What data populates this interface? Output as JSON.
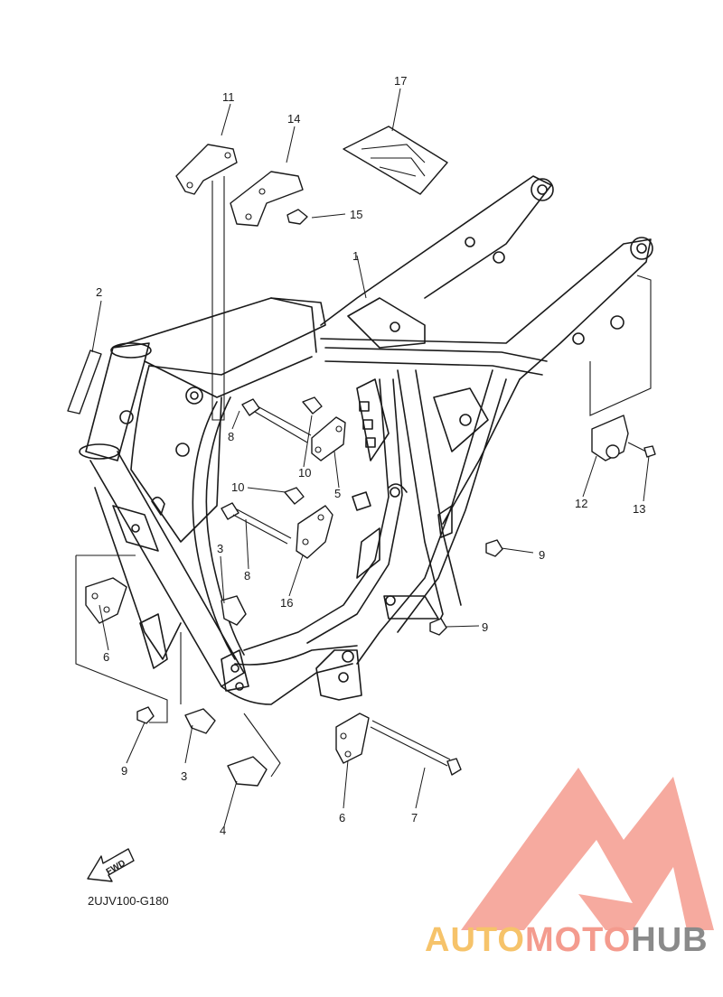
{
  "callouts": [
    {
      "id": "c1",
      "label": "1"
    },
    {
      "id": "c2",
      "label": "2"
    },
    {
      "id": "c3a",
      "label": "3"
    },
    {
      "id": "c3b",
      "label": "3"
    },
    {
      "id": "c4",
      "label": "4"
    },
    {
      "id": "c5",
      "label": "5"
    },
    {
      "id": "c6a",
      "label": "6"
    },
    {
      "id": "c6b",
      "label": "6"
    },
    {
      "id": "c7",
      "label": "7"
    },
    {
      "id": "c8a",
      "label": "8"
    },
    {
      "id": "c8b",
      "label": "8"
    },
    {
      "id": "c9a",
      "label": "9"
    },
    {
      "id": "c9b",
      "label": "9"
    },
    {
      "id": "c9c",
      "label": "9"
    },
    {
      "id": "c10a",
      "label": "10"
    },
    {
      "id": "c10b",
      "label": "10"
    },
    {
      "id": "c11",
      "label": "11"
    },
    {
      "id": "c12",
      "label": "12"
    },
    {
      "id": "c13",
      "label": "13"
    },
    {
      "id": "c14",
      "label": "14"
    },
    {
      "id": "c15",
      "label": "15"
    },
    {
      "id": "c16",
      "label": "16"
    },
    {
      "id": "c17",
      "label": "17"
    }
  ],
  "fwd_label": "FWD",
  "diagram_code": "2UJV100-G180",
  "watermark": {
    "part1": "AUTO",
    "part2": "MOTO",
    "part3": "HUB",
    "colors": {
      "auto": "#f6c36a",
      "moto": "#f49b8e",
      "hub": "#8a8a8a",
      "logo": "#f49b8e"
    }
  }
}
